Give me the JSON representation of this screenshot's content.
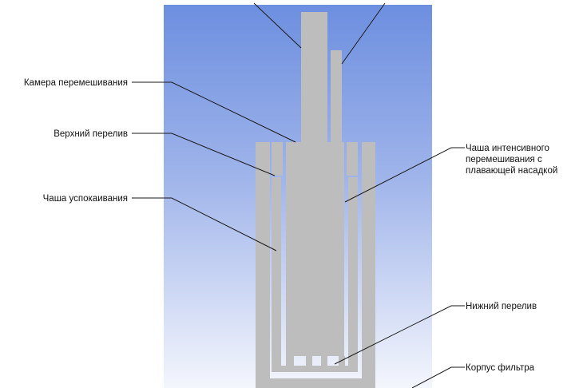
{
  "colors": {
    "background_top": "#6d8fe0",
    "background_bottom": "#f4f6fd",
    "geometry": "#bdbdbd",
    "text": "#111111",
    "leader": "#1a1a1a"
  },
  "labels": {
    "mixing_chamber": "Камера перемешивания",
    "upper_overflow": "Верхний перелив",
    "settling_bowl": "Чаша успокаивания",
    "intensive_bowl_line1": "Чаша интенсивного",
    "intensive_bowl_line2": "перемешивания с",
    "intensive_bowl_line3": "плавающей насадкой",
    "lower_overflow": "Нижний перелив",
    "filter_body": "Корпус фильтра"
  }
}
